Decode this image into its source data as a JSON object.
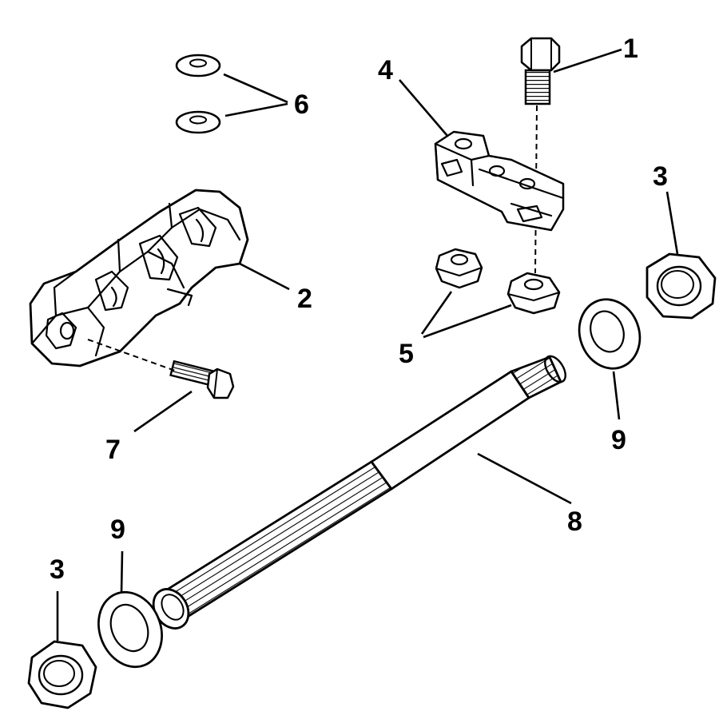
{
  "callouts": {
    "c1": "1",
    "c2": "2",
    "c3a": "3",
    "c3b": "3",
    "c4": "4",
    "c5": "5",
    "c6": "6",
    "c7": "7",
    "c8": "8",
    "c9a": "9",
    "c9b": "9"
  },
  "colors": {
    "ink": "#000000",
    "paper": "#ffffff"
  }
}
